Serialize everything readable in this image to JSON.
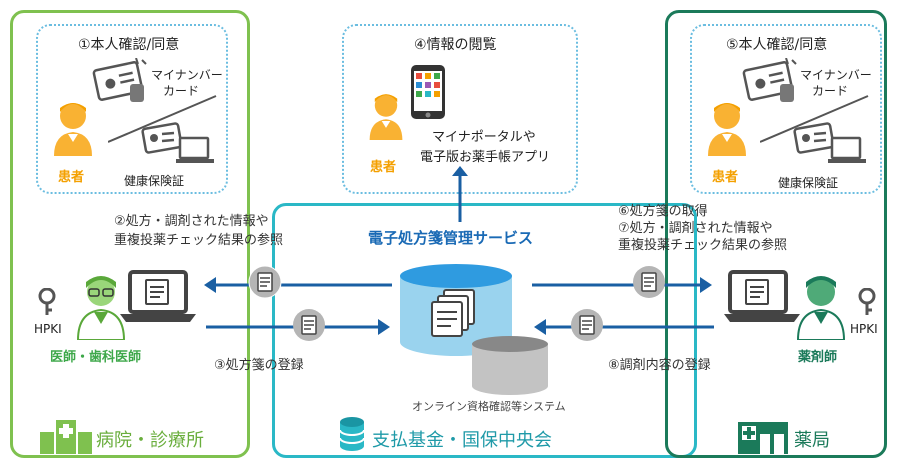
{
  "regions": {
    "hospital": "病院・診療所",
    "fund": "支払基金・国保中央会",
    "pharmacy": "薬局"
  },
  "top_boxes": {
    "left_title": "①本人確認/同意",
    "center_title": "④情報の閲覧",
    "right_title": "⑤本人確認/同意",
    "mynumber_card": [
      "マイナンバー",
      "カード"
    ],
    "insurance_card": "健康保険証",
    "patient": "患者",
    "app_text": [
      "マイナポータルや",
      "電子版お薬手帳アプリ"
    ]
  },
  "steps": {
    "step2": [
      "②処方・調剤された情報や",
      "重複投薬チェック結果の参照"
    ],
    "step3": "③処方箋の登録",
    "step6_7": [
      "⑥処方箋の取得",
      "⑦処方・調剤された情報や",
      "重複投薬チェック結果の参照"
    ],
    "step8": "⑧調剤内容の登録"
  },
  "center": {
    "service": "電子処方箋管理サービス",
    "online_system": "オンライン資格確認等システム"
  },
  "actors": {
    "doctor": "医師・歯科医師",
    "pharmacist": "薬剤師",
    "hpki": "HPKI"
  },
  "colors": {
    "hospital_green": "#7fc14f",
    "fund_cyan": "#2ab8c6",
    "pharmacy_green": "#1b7a5a",
    "arrow_blue": "#1a5fa3",
    "patient_orange": "#f4a000"
  }
}
